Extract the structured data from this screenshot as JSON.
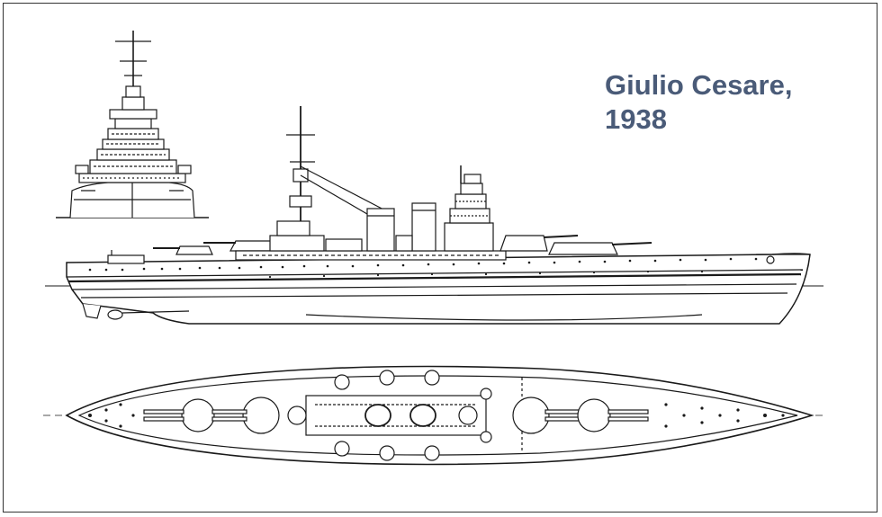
{
  "title": {
    "line1": "Giulio Cesare,",
    "line2": "1938",
    "color": "#4a5b78"
  },
  "drawing": {
    "line_color": "#1a1a1a",
    "views": [
      "front-view",
      "side-profile-view",
      "top-deck-plan-view"
    ]
  }
}
